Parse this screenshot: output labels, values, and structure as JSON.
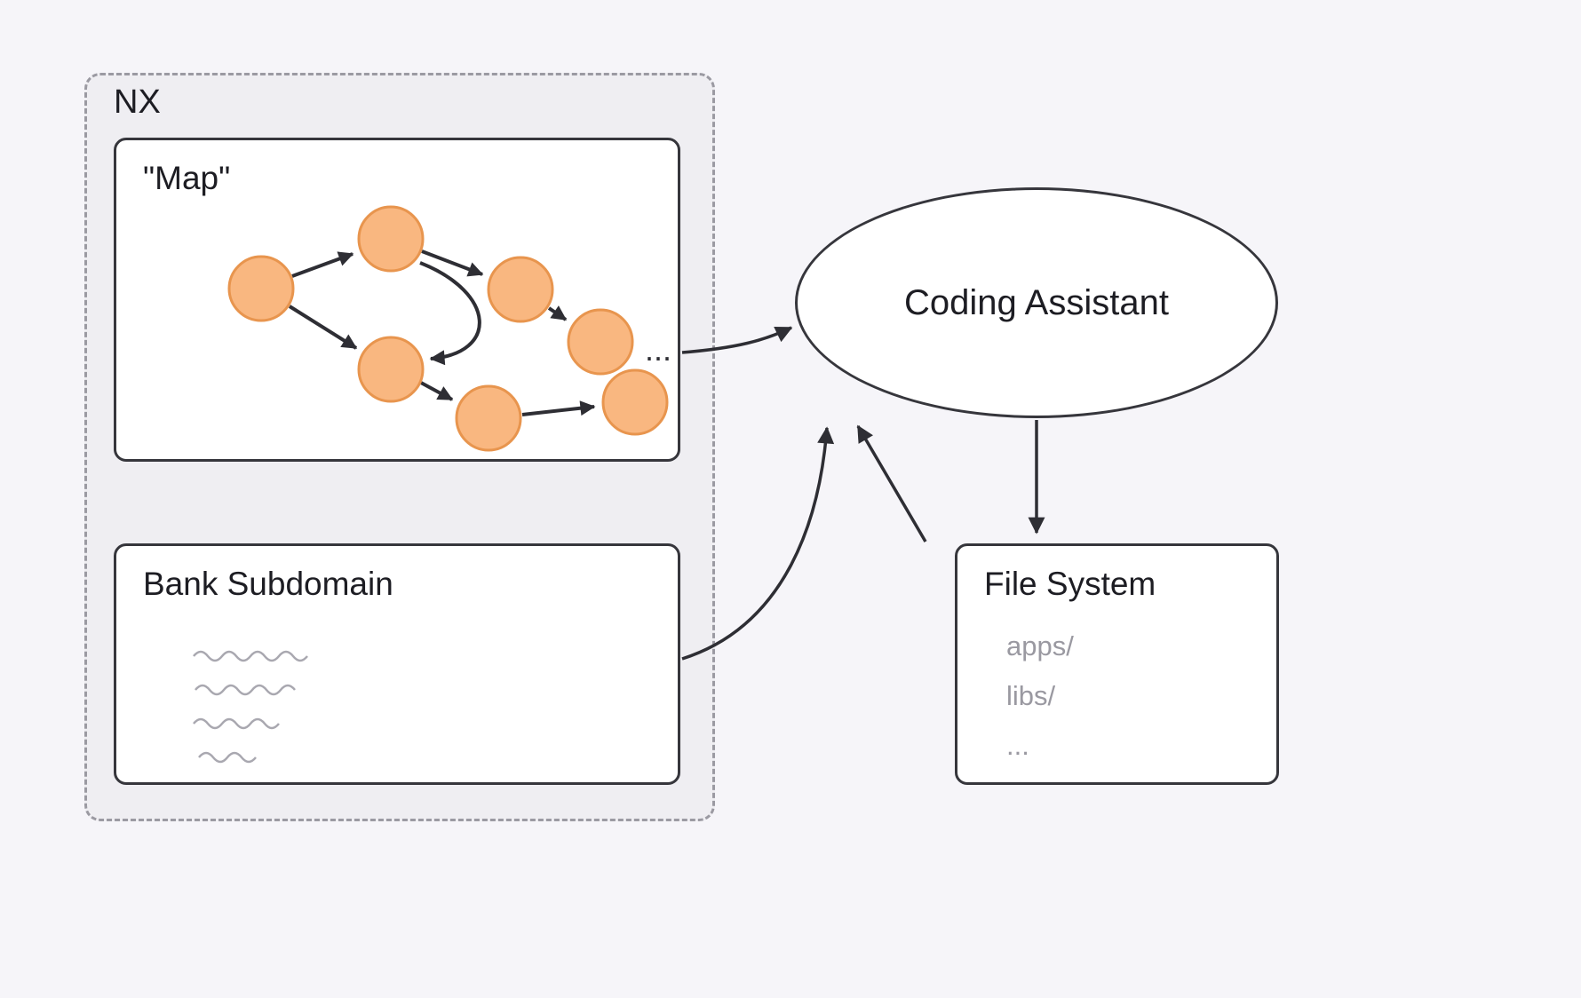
{
  "diagram": {
    "nx": {
      "label": "NX"
    },
    "map": {
      "label": "\"Map\"",
      "more": "..."
    },
    "bank_subdomain": {
      "label": "Bank Subdomain"
    },
    "coding_assistant": {
      "label": "Coding Assistant"
    },
    "file_system": {
      "title": "File System",
      "items": [
        "apps/",
        "libs/",
        "..."
      ]
    }
  },
  "colors": {
    "background": "#f6f5f9",
    "nx_fill": "#efeef2",
    "node_fill": "#f9b780",
    "node_stroke": "#e8954e",
    "arrow": "#2e2e34",
    "muted_text": "#9a99a1"
  }
}
